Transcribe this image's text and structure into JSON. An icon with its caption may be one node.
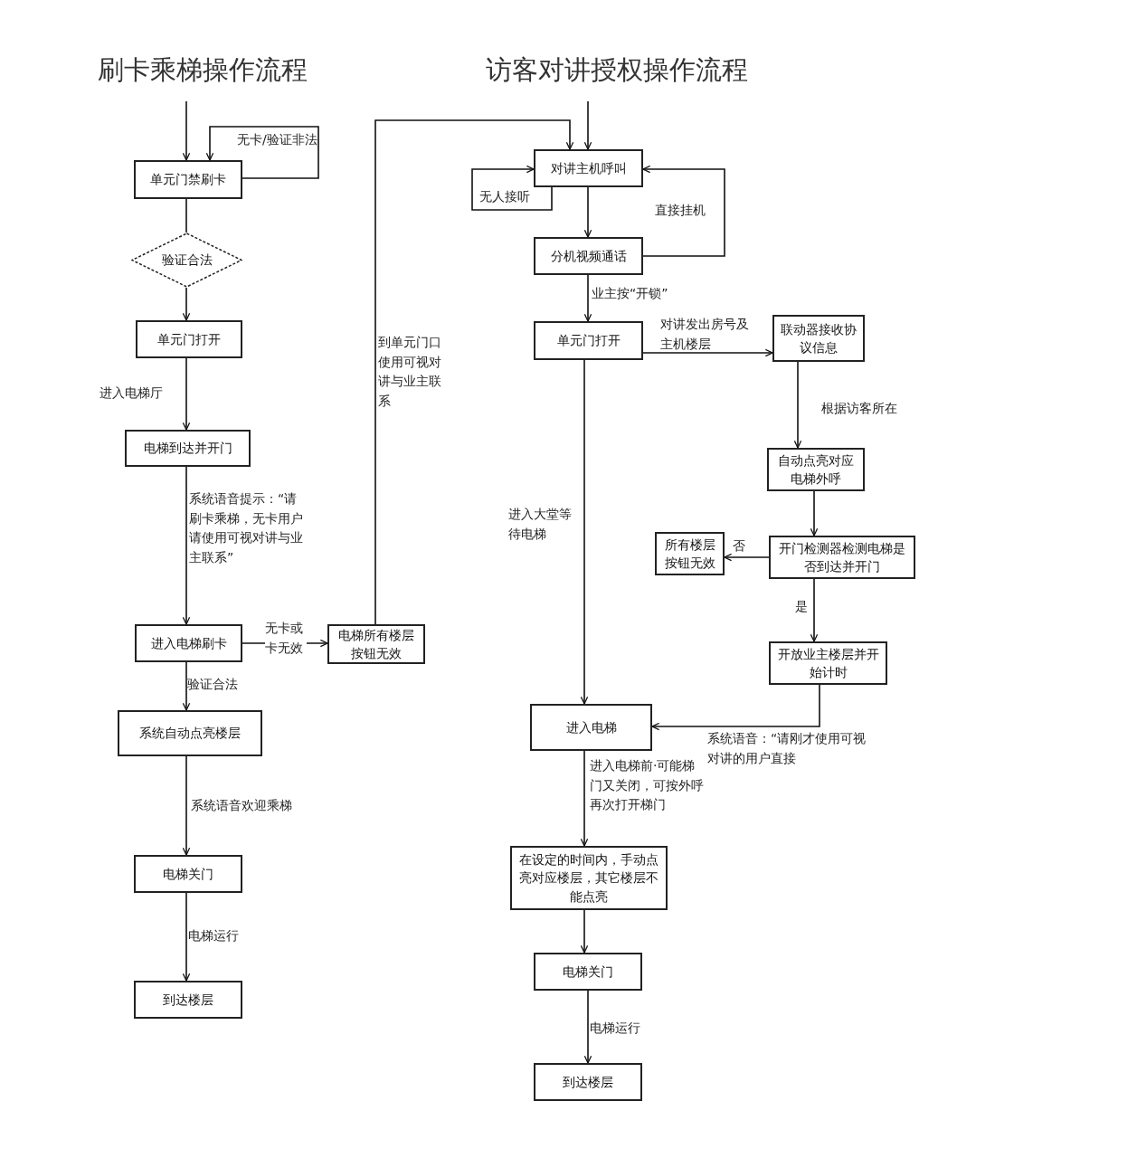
{
  "diagram": {
    "nodes": [
      {
        "text": [
          "单元门禁刷卡"
        ]
      },
      {
        "text": [
          "验证合法"
        ]
      },
      {
        "text": [
          "单元门打开"
        ]
      },
      {
        "text": [
          "电梯到达并开门"
        ]
      },
      {
        "text": [
          "进入电梯刷卡"
        ]
      },
      {
        "text": [
          "电梯所有楼层按钮无效"
        ]
      },
      {
        "text": [
          "系统自动点亮楼层"
        ]
      },
      {
        "text": [
          "电梯关门"
        ]
      },
      {
        "text": [
          "到达楼层"
        ]
      },
      {
        "text": [
          "对讲主机呼叫"
        ]
      },
      {
        "text": [
          "分机视频通话"
        ]
      },
      {
        "text": [
          "单元门打开"
        ]
      },
      {
        "text": [
          "联动器接收协议信息"
        ]
      },
      {
        "text": [
          "自动点亮对应电梯外呼"
        ]
      },
      {
        "text": [
          "开门检测器检测电梯是否到达并开门"
        ]
      },
      {
        "text": [
          "所有楼层按钮无效"
        ]
      },
      {
        "text": [
          "开放业主楼层并开始计时"
        ]
      },
      {
        "text": [
          "进入电梯"
        ]
      },
      {
        "text": [
          "在设定的时间内，手动点亮对应楼层，其它楼层不能点亮"
        ]
      },
      {
        "text": [
          "电梯关门"
        ]
      },
      {
        "text": [
          "到达楼层"
        ]
      }
    ],
    "edges": [
      {
        "from": null,
        "to": 0,
        "arrow": "to"
      },
      {
        "from": 0,
        "to": 0,
        "arrow": "to",
        "label": "无卡/验证非法"
      },
      {
        "from": 0,
        "to": 1,
        "arrow": "none"
      },
      {
        "from": 1,
        "to": 2,
        "arrow": "to"
      },
      {
        "from": 2,
        "to": 3,
        "arrow": "to",
        "label": "进入电梯厅"
      },
      {
        "from": 3,
        "to": 4,
        "arrow": "to",
        "label": "系统语音提示：“请刷卡乘梯，无卡用户请使用可视对讲与业主联系”"
      },
      {
        "from": 4,
        "to": 5,
        "arrow": "to",
        "label": "无卡或卡无效"
      },
      {
        "from": 4,
        "to": 6,
        "arrow": "to",
        "label": "验证合法"
      },
      {
        "from": 6,
        "to": 7,
        "arrow": "to",
        "label": "系统语音欢迎乘梯"
      },
      {
        "from": 7,
        "to": 8,
        "arrow": "to",
        "label": "电梯运行"
      },
      {
        "from": 5,
        "to": 9,
        "arrow": "to",
        "label": "到单元门口使用可视对讲与业主联系"
      },
      {
        "from": null,
        "to": 9,
        "arrow": "to"
      },
      {
        "from": 9,
        "to": 10,
        "arrow": "to"
      },
      {
        "from": 9,
        "to": 9,
        "arrow": "to",
        "label": "无人接听"
      },
      {
        "from": 10,
        "to": 9,
        "arrow": "to",
        "label": "直接挂机"
      },
      {
        "from": 10,
        "to": 11,
        "arrow": "to",
        "label": "业主按“开锁”"
      },
      {
        "from": 11,
        "to": 12,
        "arrow": "to",
        "label": "对讲发出房号及主机楼层"
      },
      {
        "from": 12,
        "to": 13,
        "arrow": "to",
        "label": "根据访客所在"
      },
      {
        "from": 13,
        "to": 14,
        "arrow": "to"
      },
      {
        "from": 14,
        "to": 15,
        "arrow": "to",
        "label": "否"
      },
      {
        "from": 14,
        "to": 16,
        "arrow": "to",
        "label": "是"
      },
      {
        "from": 16,
        "to": 17,
        "arrow": "to",
        "label": "系统语音：“请刚才使用可视对讲的用户直接"
      },
      {
        "from": 11,
        "to": 17,
        "arrow": "to",
        "label": "进入大堂等待电梯"
      },
      {
        "from": 17,
        "to": 18,
        "arrow": "to",
        "label": "进入电梯前·可能梯门又关闭，可按外呼再次打开梯门"
      },
      {
        "from": 18,
        "to": 19,
        "arrow": "to"
      },
      {
        "from": 19,
        "to": 20,
        "arrow": "to",
        "label": "电梯运行"
      }
    ],
    "labels": [
      "刷卡乘梯操作流程",
      "访客对讲授权操作流程"
    ]
  }
}
